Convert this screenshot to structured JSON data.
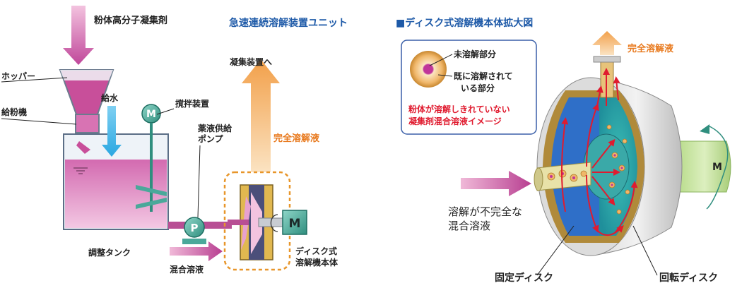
{
  "left_title": "急速連続溶解装置ユニット",
  "right_title": "■ディスク式溶解機本体拡大図",
  "labels": {
    "powder_coagulant": "粉体高分子凝集剤",
    "hopper": "ホッパー",
    "powder_feeder": "給粉機",
    "water_supply": "給水",
    "stirrer": "撹拌装置",
    "pump_line1": "薬液供給",
    "pump_line2": "ポンプ",
    "adjust_tank": "調整タンク",
    "mixed_solution": "混合溶液",
    "to_coagulation": "凝集装置へ",
    "complete_solution": "完全溶解液",
    "disk_unit_line1": "ディスク式",
    "disk_unit_line2": "溶解機本体",
    "motor": "M",
    "pump": "P",
    "complete_solution_right": "完全溶解液",
    "incomplete_line1": "溶解が不完全な",
    "incomplete_line2": "混合溶液",
    "fixed_disk": "固定ディスク",
    "rotating_disk": "回転ディスク"
  },
  "legend": {
    "undissolved": "未溶解部分",
    "dissolved_line1": "既に溶解されて",
    "dissolved_line2": "いる部分",
    "note_line1": "粉体が溶解しきれていない",
    "note_line2": "凝集剤混合溶液イメージ"
  },
  "colors": {
    "title_blue": "#1e5aa8",
    "magenta": "#c8559a",
    "orange": "#e8791d",
    "red": "#e01b2f",
    "motor_green": "#2f9a8a"
  }
}
